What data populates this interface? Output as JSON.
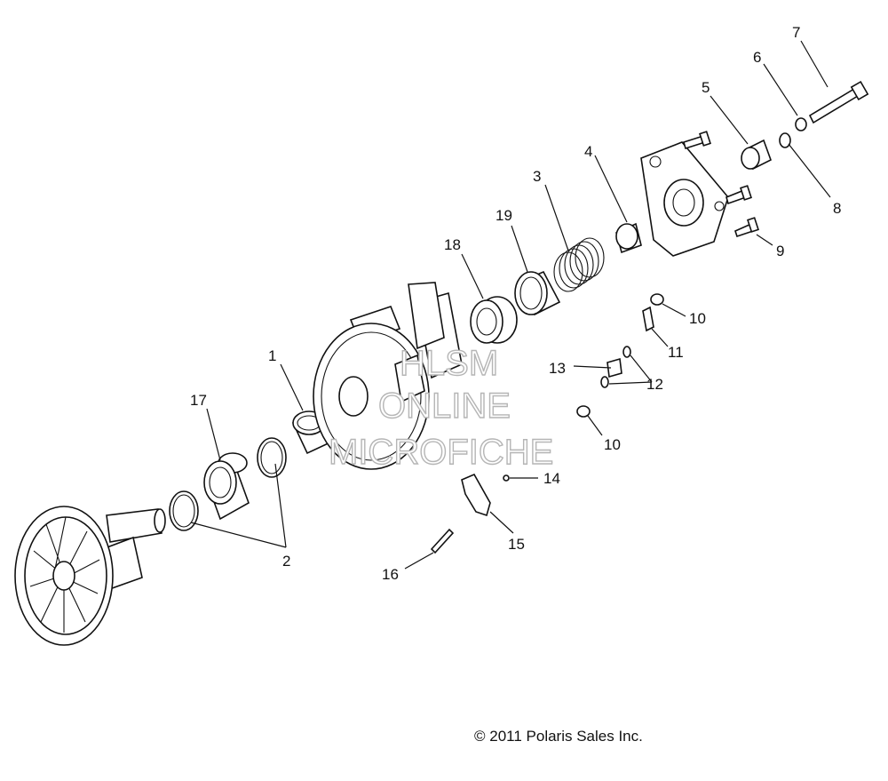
{
  "callouts": [
    "1",
    "2",
    "3",
    "4",
    "5",
    "6",
    "7",
    "8",
    "9",
    "10",
    "10",
    "11",
    "12",
    "13",
    "14",
    "15",
    "16",
    "17",
    "18",
    "19"
  ],
  "watermark": {
    "line1": "HLSM",
    "line2": "ONLINE",
    "line3": "MICROFICHE"
  },
  "copyright": "© 2011 Polaris Sales Inc."
}
